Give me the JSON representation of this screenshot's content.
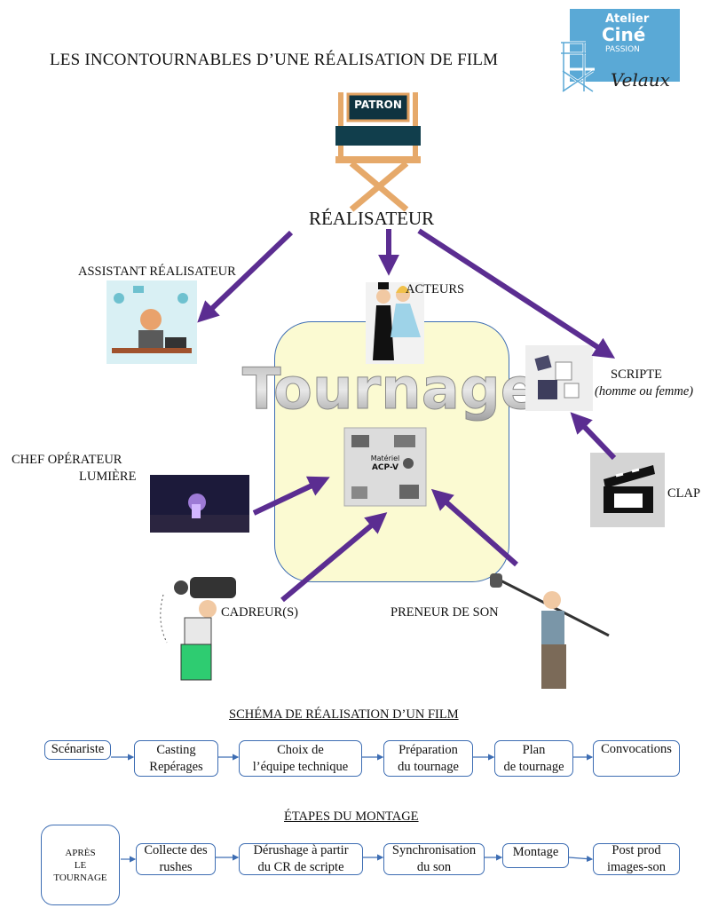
{
  "title": "LES INCONTOURNABLES D’UNE RÉALISATION DE FILM",
  "logo": {
    "line1": "Atelier",
    "line2": "Ciné",
    "line3": "PASSION",
    "line4": "Velaux"
  },
  "chair_sign": "PATRON",
  "roles": {
    "realisateur": "RÉALISATEUR",
    "assistant": "ASSISTANT RÉALISATEUR",
    "acteurs": "ACTEURS",
    "scripte": "SCRIPTE",
    "scripte_sub": "(homme ou femme)",
    "chef_line1": "CHEF OPÉRATEUR",
    "chef_line2": "LUMIÈRE",
    "clap": "CLAP",
    "cadreur": "CADREUR(S)",
    "preneur": "PRENEUR DE SON"
  },
  "tournage": {
    "word": "Tournage",
    "materiel_line1": "Matériel",
    "materiel_line2": "ACP-V"
  },
  "schema": {
    "title": "SCHÉMA DE RÉALISATION D’UN FILM",
    "steps": [
      "Scénariste",
      "Casting\nRepérages",
      "Choix de\nl’équipe technique",
      "Préparation\ndu tournage",
      "Plan\nde tournage",
      "Convocations"
    ]
  },
  "montage": {
    "title": "ÉTAPES DU MONTAGE",
    "start": "APRÈS\nLE\nTOURNAGE",
    "steps": [
      "Collecte des\nrushes",
      "Dérushage à partir\ndu CR  de scripte",
      "Synchronisation\ndu son",
      "Montage",
      "Post prod\nimages-son"
    ]
  },
  "colors": {
    "arrow": "#5b2d91",
    "box_border": "#3d6db3",
    "panel": "#fbfad2",
    "logo_blue": "#5aa9d6"
  }
}
